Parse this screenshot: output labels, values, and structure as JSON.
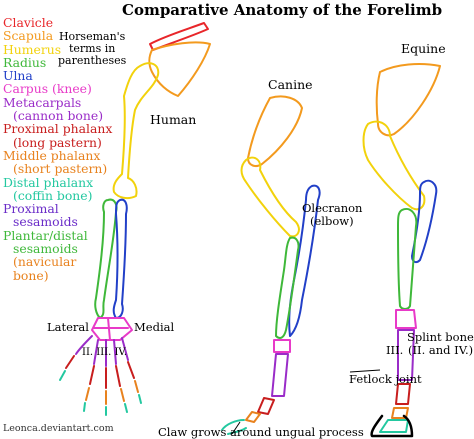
{
  "title": "Comparative Anatomy of the Forelimb",
  "note": [
    "Horseman's",
    "terms in",
    "parentheses"
  ],
  "legend": [
    {
      "text": "Clavicle",
      "color": "#e8262a"
    },
    {
      "text": "Scapula",
      "color": "#f39a1e"
    },
    {
      "text": "Humerus",
      "color": "#f2d20c"
    },
    {
      "text": "Radius",
      "color": "#3fb83a"
    },
    {
      "text": "Ulna",
      "color": "#2240c8"
    },
    {
      "text": "Carpus (knee)",
      "color": "#e83ac8"
    },
    {
      "text": "Metacarpals",
      "color": "#9a2cc8"
    },
    {
      "text": "(cannon bone)",
      "color": "#9a2cc8"
    },
    {
      "text": "Proximal phalanx",
      "color": "#c81e1e"
    },
    {
      "text": "(long pastern)",
      "color": "#c81e1e"
    },
    {
      "text": "Middle phalanx",
      "color": "#e8821e"
    },
    {
      "text": "(short pastern)",
      "color": "#e8821e"
    },
    {
      "text": "Distal phalanx",
      "color": "#23c8a0"
    },
    {
      "text": "(coffin bone)",
      "color": "#23c8a0"
    },
    {
      "text": "Proximal",
      "color": "#6a2cc8"
    },
    {
      "text": "sesamoids",
      "color": "#6a2cc8"
    },
    {
      "text": "Plantar/distal",
      "color": "#3fb83a"
    },
    {
      "text": "sesamoids",
      "color": "#3fb83a"
    },
    {
      "text": "(navicular",
      "color": "#e8821e"
    },
    {
      "text": "bone)",
      "color": "#e8821e"
    }
  ],
  "labels": {
    "human": "Human",
    "canine": "Canine",
    "equine": "Equine",
    "olecranon": "Olecranon",
    "elbow": "(elbow)",
    "lateral": "Lateral",
    "medial": "Medial",
    "digits_human": "II. III. IV.",
    "splint": "Splint bones",
    "splint_terms": "(II. and IV.)",
    "digits_equine": "III.",
    "fetlock": "Fetlock joint",
    "claw": "Claw grows around ungual process"
  },
  "credit": "Leonca.deviantart.com",
  "colors": {
    "clavicle": "#e8262a",
    "scapula": "#f39a1e",
    "humerus": "#f2d20c",
    "radius": "#3fb83a",
    "ulna": "#2240c8",
    "carpus": "#e83ac8",
    "metacarpal": "#9a2cc8",
    "proximal_phalanx": "#c81e1e",
    "middle_phalanx": "#e8821e",
    "distal_phalanx": "#23c8a0"
  }
}
